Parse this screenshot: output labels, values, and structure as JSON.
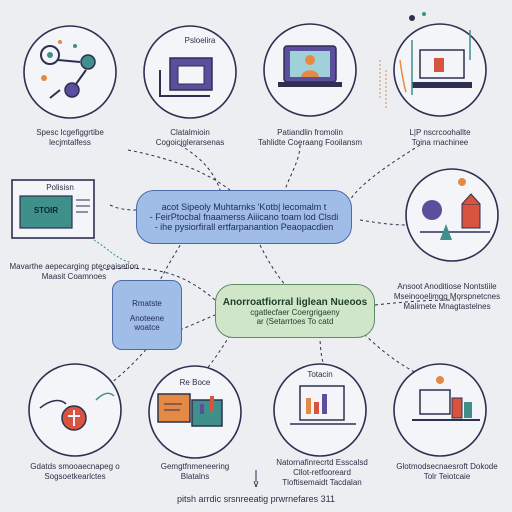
{
  "colors": {
    "background": "#eceef2",
    "outline": "#2d3050",
    "blue_pill": "#9fbde6",
    "green_pill": "#cfe6c9",
    "accent_orange": "#e58a45",
    "accent_red": "#d9543f",
    "accent_teal": "#3f8f8a",
    "accent_purple": "#5b4e9c"
  },
  "nodes": {
    "top_left": {
      "icon": "robot-arm-icon",
      "label_1": "Spesc lcgefiggrtibe",
      "label_2": "lecjmtalfess"
    },
    "top_center_left": {
      "icon": "folder-icon",
      "title": "Psloelira",
      "label_1": "Clatalmioin",
      "label_2": "Cogoiciglerarsenas"
    },
    "top_center_right": {
      "icon": "laptop-user-icon",
      "label_1": "Patiandlin fromolin",
      "label_2": "Tahlidte Coeraang Fooilansm"
    },
    "top_right": {
      "icon": "desk-monitor-icon",
      "label_1": "L|P nscrcoohallte",
      "label_2": "Toina rnachinee"
    },
    "mid_left": {
      "icon": "presentation-board-icon",
      "title": "Polisisn",
      "board_text": "STOIR",
      "label_1": "Mavarthe aepecarging pteceaisetion",
      "label_2": "Maasit Coamnoes"
    },
    "mid_right": {
      "icon": "lab-scene-icon",
      "label_1": "Ansoot Anoditiose Nontstiile",
      "label_2": "Mseinooelimgg Morspnetcnes",
      "label_3": "Malirnete Mnagtastelnes"
    },
    "bottom_left": {
      "icon": "hand-pin-icon",
      "label_1": "Gdatds smooaecnapeg o",
      "label_2": "Sogsoetkearlctes"
    },
    "bottom_center_left": {
      "icon": "chart-book-icon",
      "title": "Re Boce",
      "label_1": "Gemgtfnmeneering",
      "label_2": "Blatalns"
    },
    "bottom_center_right": {
      "icon": "document-chart-icon",
      "title": "Totacin",
      "label_1": "Natornafinrecrtd Esscalsd",
      "label_2": "Cllot-retfooreard",
      "label_3": "Tloftisemaidt Tacdalan"
    },
    "bottom_right": {
      "icon": "workbench-icon",
      "label_1": "Glotmodsecnaesroft Dokode",
      "label_2": "Tolr Teiotcaie"
    }
  },
  "central_blue": {
    "line_1": "acot Sipeoly Muhtarnks 'Kotb| lecomalm t",
    "line_2": "- FeirPtocbal fnaamerss Aiiicano toam lod Clsdi",
    "line_3": "- ihe pysiorfirall ertfarpanantion Peaopacdien"
  },
  "small_blue": {
    "line_1": "Rmatste",
    "line_2": "Anoteene",
    "line_3": "woatce"
  },
  "central_green": {
    "line_1": "Anorroatfiorral liglean Nueoos",
    "line_2": "cgatlecfaer Coergrigaeny",
    "line_3": "ar (Setarrtoes To catd"
  },
  "footer": {
    "arrow": "∨",
    "text": "pitsh arrdic srsnreeatig prwrnefares 311"
  }
}
